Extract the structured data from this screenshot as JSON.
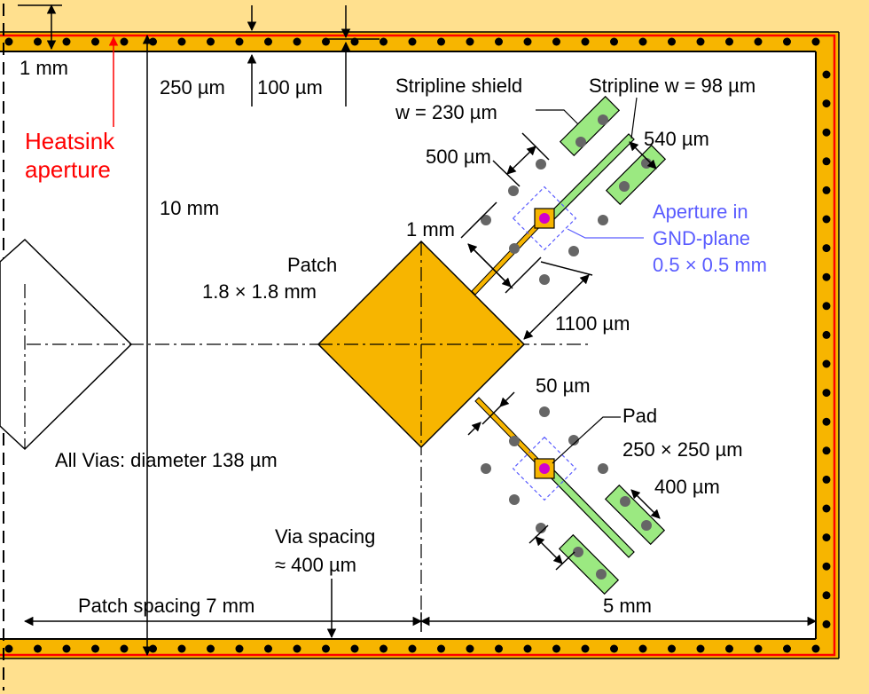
{
  "colors": {
    "copper": "#f7b500",
    "heatsink": "#ffe08e",
    "stripline": "#9be981",
    "aperture_boundary": "#ff0000",
    "aperture_note": "#5a5cff",
    "via": "#000000",
    "shield_via": "#666666",
    "feed_via": "#d100cc"
  },
  "labels": {
    "one_mm_top": "1 mm",
    "heatsink_aperture_line1": "Heatsink",
    "heatsink_aperture_line2": "aperture",
    "dim_250um": "250 µm",
    "dim_100um": "100 µm",
    "stripline_shield_line1": "Stripline shield",
    "stripline_shield_line2": "w = 230 µm",
    "stripline_w": "Stripline w = 98 µm",
    "dim_540um": "540 µm",
    "dim_500um": "500 µm",
    "dim_10mm": "10 mm",
    "aperture_gnd_line1": "Aperture in",
    "aperture_gnd_line2": "GND-plane",
    "aperture_gnd_line3": "0.5 × 0.5 mm",
    "one_mm_mid": "1 mm",
    "patch_line1": "Patch",
    "patch_line2": "1.8 × 1.8 mm",
    "dim_1100um": "1100 µm",
    "dim_50um": "50 µm",
    "pad_line1": "Pad",
    "pad_line2": "250 × 250 µm",
    "all_vias": "All Vias: diameter 138 µm",
    "dim_400um": "400 µm",
    "via_spacing_line1": "Via spacing",
    "via_spacing_line2": "≈ 400 µm",
    "patch_spacing": "Patch spacing 7 mm",
    "dim_5mm": "5 mm"
  }
}
